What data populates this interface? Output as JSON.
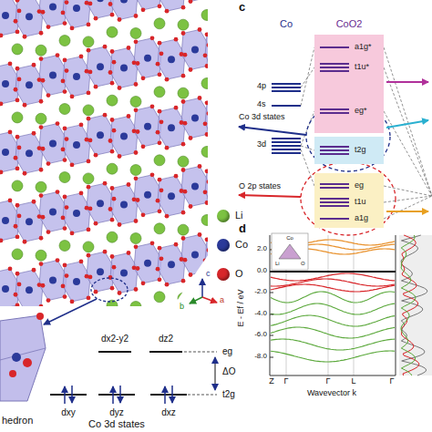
{
  "diagram": {
    "nodes": [
      {
        "text": [
          "a1g*",
          "t1u*",
          "eg*"
        ]
      },
      {
        "text": [
          "t2g"
        ]
      },
      {
        "text": [
          "eg",
          "t1u",
          "a1g"
        ]
      }
    ],
    "labels": [
      "c",
      "Co",
      "CoO2",
      "Co 3d states",
      "4p",
      "4s",
      "3d",
      "O 2p states",
      "c",
      "b",
      "a",
      "hedron",
      "dx2-y2",
      "dz2",
      "eg",
      "ΔO",
      "dxy",
      "dyz",
      "dxz",
      "t2g",
      "Co 3d states",
      "d",
      "E - Ef / eV",
      "2.0",
      "0.0",
      "-2.0",
      "-4.0",
      "-6.0",
      "-8.0",
      "Z",
      "Γ",
      "Γ",
      "L",
      "Γ",
      "Wavevector k",
      "Co",
      "Li",
      "O"
    ],
    "legend": [
      {
        "text": "Li",
        "color": "#7cc242"
      },
      {
        "text": "Co",
        "color": "#2b3a9a"
      },
      {
        "text": "O",
        "color": "#d8262a"
      }
    ]
  }
}
